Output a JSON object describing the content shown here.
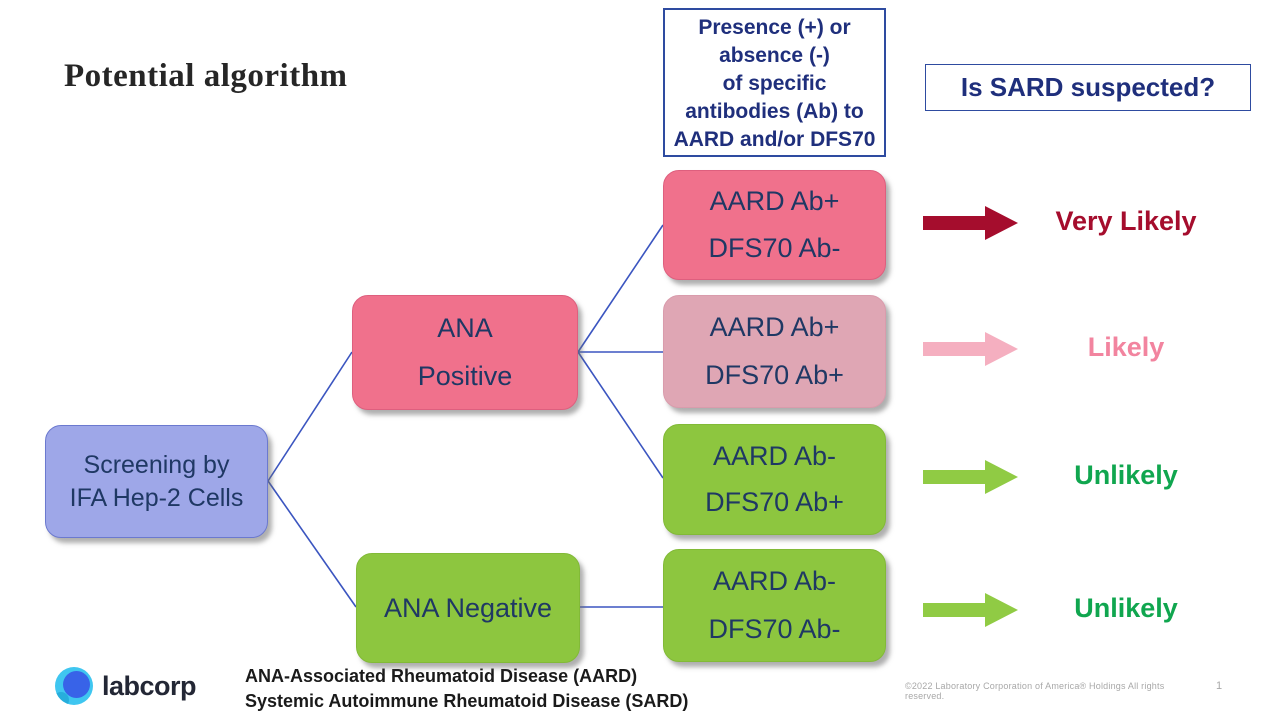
{
  "slide": {
    "title": "Potential algorithm",
    "page_number": "1",
    "copyright": "©2022 Laboratory Corporation of America® Holdings   All rights reserved."
  },
  "logo": {
    "text": "labcorp"
  },
  "header_note": {
    "lines": [
      "Presence (+) or",
      "absence (-)",
      "of specific",
      "antibodies (Ab) to",
      "AARD and/or DFS70"
    ]
  },
  "question": {
    "label": "Is SARD suspected?"
  },
  "flow": {
    "root": {
      "line1": "Screening by",
      "line2": "IFA Hep-2 Cells"
    },
    "positive": {
      "line1": "ANA",
      "line2": "Positive"
    },
    "negative": {
      "label": "ANA Negative"
    }
  },
  "outcomes": [
    {
      "line1": "AARD Ab+",
      "line2": "DFS70 Ab-",
      "likelihood": "Very Likely"
    },
    {
      "line1": "AARD Ab+",
      "line2": "DFS70 Ab+",
      "likelihood": "Likely"
    },
    {
      "line1": "AARD Ab-",
      "line2": "DFS70 Ab+",
      "likelihood": "Unlikely"
    },
    {
      "line1": "AARD Ab-",
      "line2": "DFS70 Ab-",
      "likelihood": "Unlikely"
    }
  ],
  "footnotes": [
    "ANA-Associated Rheumatoid Disease (AARD)",
    "Systemic Autoimmune Rheumatoid Disease (SARD)"
  ],
  "colors": {
    "navy_text": "#1F3864",
    "header_navy": "#1F2F7C",
    "note_border_blue": "#2E4BA0",
    "connector_blue": "#3B55C0",
    "box_blue_fill": "#9EA7E8",
    "box_pink_fill": "#F0718C",
    "box_lightpink_fill": "#DFA6B4",
    "box_green_fill": "#8DC63F",
    "arrow_dark_red": "#A50D2D",
    "arrow_pink": "#F5AFC0",
    "arrow_green": "#90CB44",
    "label_very_likely": "#A50D2D",
    "label_likely": "#F2849F",
    "label_unlikely": "#10A64F",
    "logo_light_blue": "#3FC6F0",
    "logo_dark_blue": "#3863E8"
  }
}
